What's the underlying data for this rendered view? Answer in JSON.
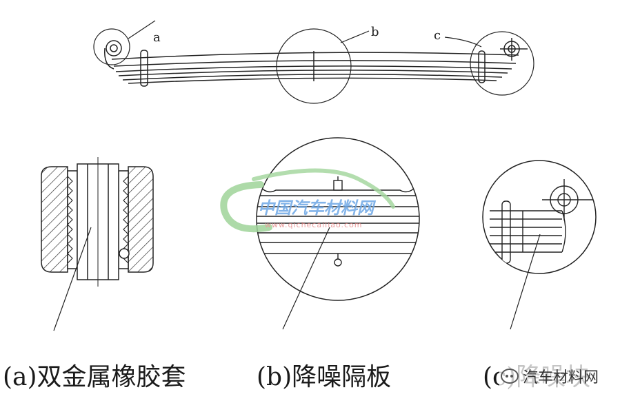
{
  "callouts": {
    "a": "a",
    "b": "b",
    "c": "c"
  },
  "captions": {
    "a": "(a)双金属橡胶套",
    "b": "(b)降噪隔板",
    "c": "(c)降噪块"
  },
  "watermark": {
    "site_name": "中国汽车材料网",
    "site_url": "www.qichecailiao.com",
    "badge_text": "汽车材料网"
  },
  "colors": {
    "line": "#222222",
    "watermark_green": "#7fc97a",
    "watermark_blue": "#4a8fd8"
  }
}
